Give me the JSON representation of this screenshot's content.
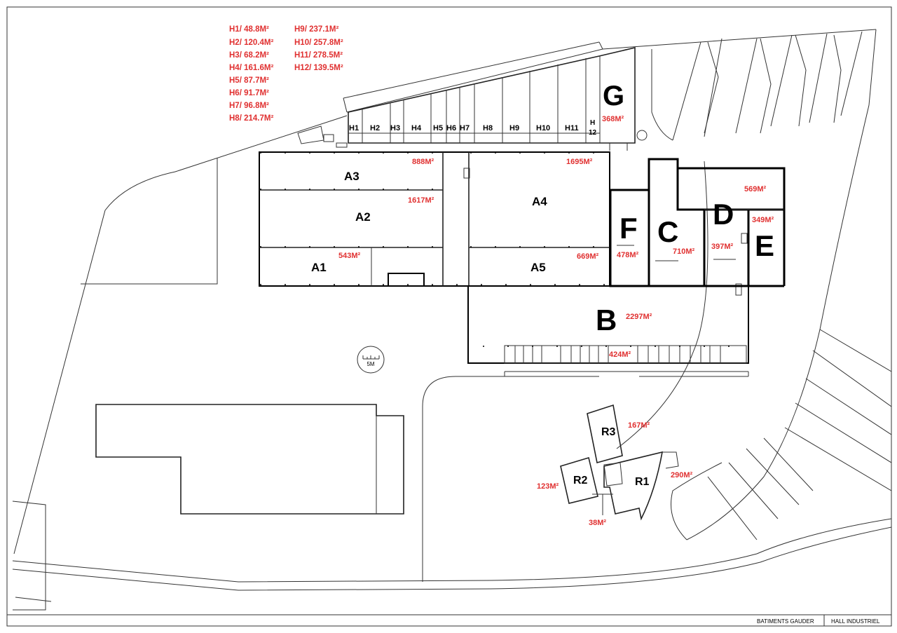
{
  "legend": {
    "col1": [
      "H1/ 48.8M²",
      "H2/ 120.4M²",
      "H3/ 68.2M²",
      "H4/ 161.6M²",
      "H5/ 87.7M²",
      "H6/ 91.7M²",
      "H7/ 96.8M²",
      "H8/ 214.7M²"
    ],
    "col2": [
      "H9/ 237.1M²",
      "H10/ 257.8M²",
      "H11/ 278.5M²",
      "H12/ 139.5M²"
    ]
  },
  "halls": {
    "h1": "H1",
    "h2": "H2",
    "h3": "H3",
    "h4": "H4",
    "h5": "H5",
    "h6": "H6",
    "h7": "H7",
    "h8": "H8",
    "h9": "H9",
    "h10": "H10",
    "h11": "H11",
    "h12_a": "H",
    "h12_b": "12"
  },
  "buildings": {
    "g": {
      "label": "G",
      "area": "368M²"
    },
    "a3": {
      "label": "A3",
      "area": "888M²"
    },
    "a2": {
      "label": "A2",
      "area": "1617M²"
    },
    "a1": {
      "label": "A1",
      "area": "543M²"
    },
    "a4": {
      "label": "A4",
      "area": "1695M²"
    },
    "a5": {
      "label": "A5",
      "area": "669M²"
    },
    "f": {
      "label": "F",
      "area": "478M²"
    },
    "c": {
      "label": "C",
      "area": "710M²"
    },
    "d": {
      "label": "D",
      "area": "569M²",
      "area2": "397M²"
    },
    "e": {
      "label": "E",
      "area": "349M²"
    },
    "b": {
      "label": "B",
      "area": "2297M²",
      "area2": "424M²"
    },
    "r1": {
      "label": "R1",
      "area": "290M²"
    },
    "r2": {
      "label": "R2",
      "area": "123M²"
    },
    "r3": {
      "label": "R3",
      "area": "167M²"
    },
    "link": {
      "area": "38M²"
    }
  },
  "scale": {
    "text": "5M"
  },
  "footer": {
    "left": "BATIMENTS GAUDER",
    "right": "HALL INDUSTRIEL"
  }
}
